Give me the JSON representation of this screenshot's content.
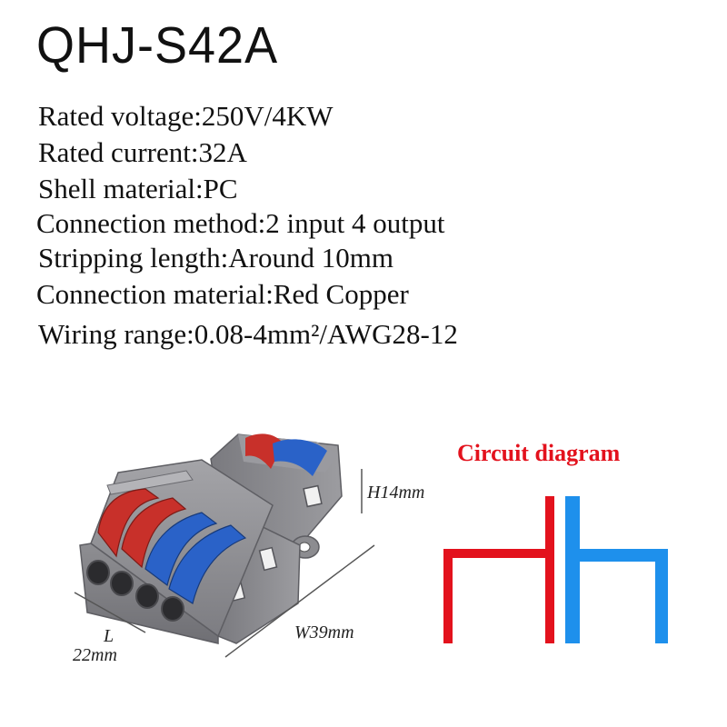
{
  "title": "QHJ-S42A",
  "specs": [
    "Rated voltage:250V/4KW",
    "Rated current:32A",
    "Shell material:PC",
    "Connection method:2 input 4 output",
    "Stripping length:Around 10mm",
    "Connection material:Red Copper",
    "Wiring range:0.08-4mm²/AWG28-12"
  ],
  "dimensions": {
    "height": "H14mm",
    "length_letter": "L",
    "length_value": "22mm",
    "width": "W39mm"
  },
  "circuit": {
    "title": "Circuit diagram"
  },
  "colors": {
    "red": "#e3121d",
    "blue": "#1e90ec",
    "lever_red": "#c8302a",
    "lever_blue": "#2a62c8",
    "body_gray": "#8a8a8e"
  }
}
